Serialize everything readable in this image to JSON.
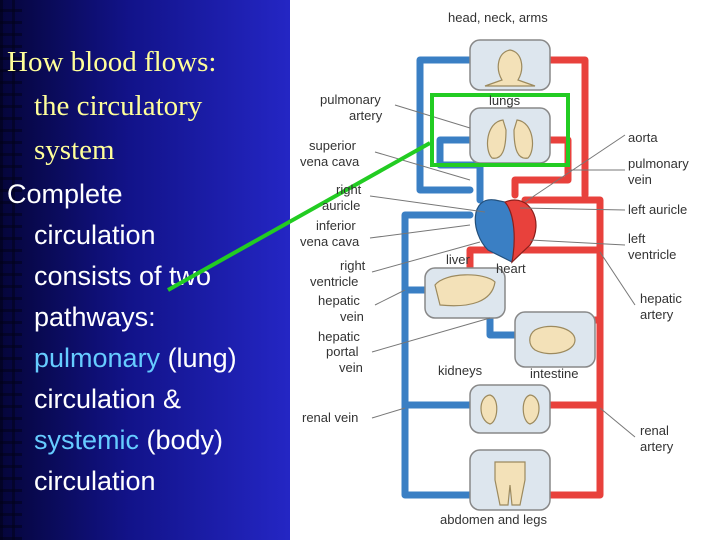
{
  "slide": {
    "title_line1": "How blood flows:",
    "title_line2": "the circulatory",
    "title_line3": "system",
    "body_line1": "Complete",
    "body_line2": "circulation",
    "body_line3": "consists of two",
    "body_line4": "pathways:",
    "body_pulmonary": "pulmonary",
    "body_lung": " (lung)",
    "body_line6": "circulation &",
    "body_systemic": "systemic",
    "body_body": " (body)",
    "body_line8": "circulation",
    "colors": {
      "title": "#ffff99",
      "highlight": "#66ccff",
      "arrow": "#22cc22",
      "artery": "#e8413c",
      "vein": "#3a7fc4"
    }
  },
  "diagram": {
    "labels": {
      "head_neck_arms": "head, neck, arms",
      "lungs": "lungs",
      "pulmonary_artery_1": "pulmonary",
      "pulmonary_artery_2": "artery",
      "superior_vena_cava_1": "superior",
      "superior_vena_cava_2": "vena cava",
      "right_auricle_1": "right",
      "right_auricle_2": "auricle",
      "inferior_vena_cava_1": "inferior",
      "inferior_vena_cava_2": "vena cava",
      "right_ventricle_1": "right",
      "right_ventricle_2": "ventricle",
      "hepatic_vein_1": "hepatic",
      "hepatic_vein_2": "vein",
      "hepatic_portal_vein_1": "hepatic",
      "hepatic_portal_vein_2": "portal",
      "hepatic_portal_vein_3": "vein",
      "renal_vein": "renal vein",
      "liver": "liver",
      "heart": "heart",
      "kidneys": "kidneys",
      "intestine": "intestine",
      "abdomen_legs": "abdomen and legs",
      "aorta": "aorta",
      "pulmonary_vein_1": "pulmonary",
      "pulmonary_vein_2": "vein",
      "left_auricle": "left auricle",
      "left_ventricle_1": "left",
      "left_ventricle_2": "ventricle",
      "hepatic_artery_1": "hepatic",
      "hepatic_artery_2": "artery",
      "renal_artery_1": "renal",
      "renal_artery_2": "artery"
    }
  }
}
